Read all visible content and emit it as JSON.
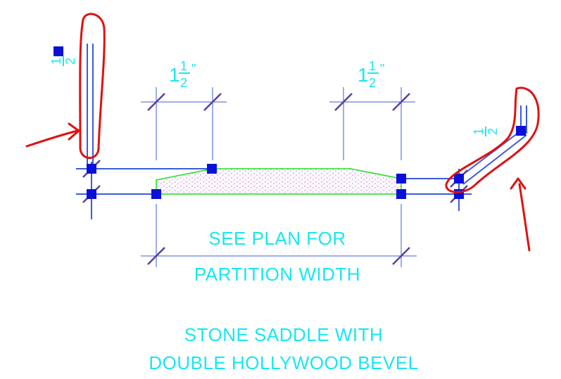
{
  "drawing": {
    "dimensions": {
      "left_top": {
        "whole": "1",
        "num": "1",
        "den": "2",
        "unit": "\""
      },
      "right_top": {
        "whole": "1",
        "num": "1",
        "den": "2",
        "unit": "\""
      },
      "left_vertical": {
        "num": "1",
        "den": "2",
        "unit": "\""
      },
      "right_vertical": {
        "num": "1",
        "den": "2",
        "unit": "\""
      }
    },
    "note_line1": "SEE PLAN FOR",
    "note_line2": "PARTITION WIDTH",
    "title_line1": "STONE SADDLE WITH",
    "title_line2": "DOUBLE HOLLYWOOD BEVEL"
  },
  "colors": {
    "annotation_cyan": "#19e6f0",
    "linework_blue": "#3b5bd9",
    "grip_blue": "#0a10d8",
    "tick_purple": "#5a3fa0",
    "saddle_green": "#22dd22",
    "markup_red": "#dd1111"
  }
}
